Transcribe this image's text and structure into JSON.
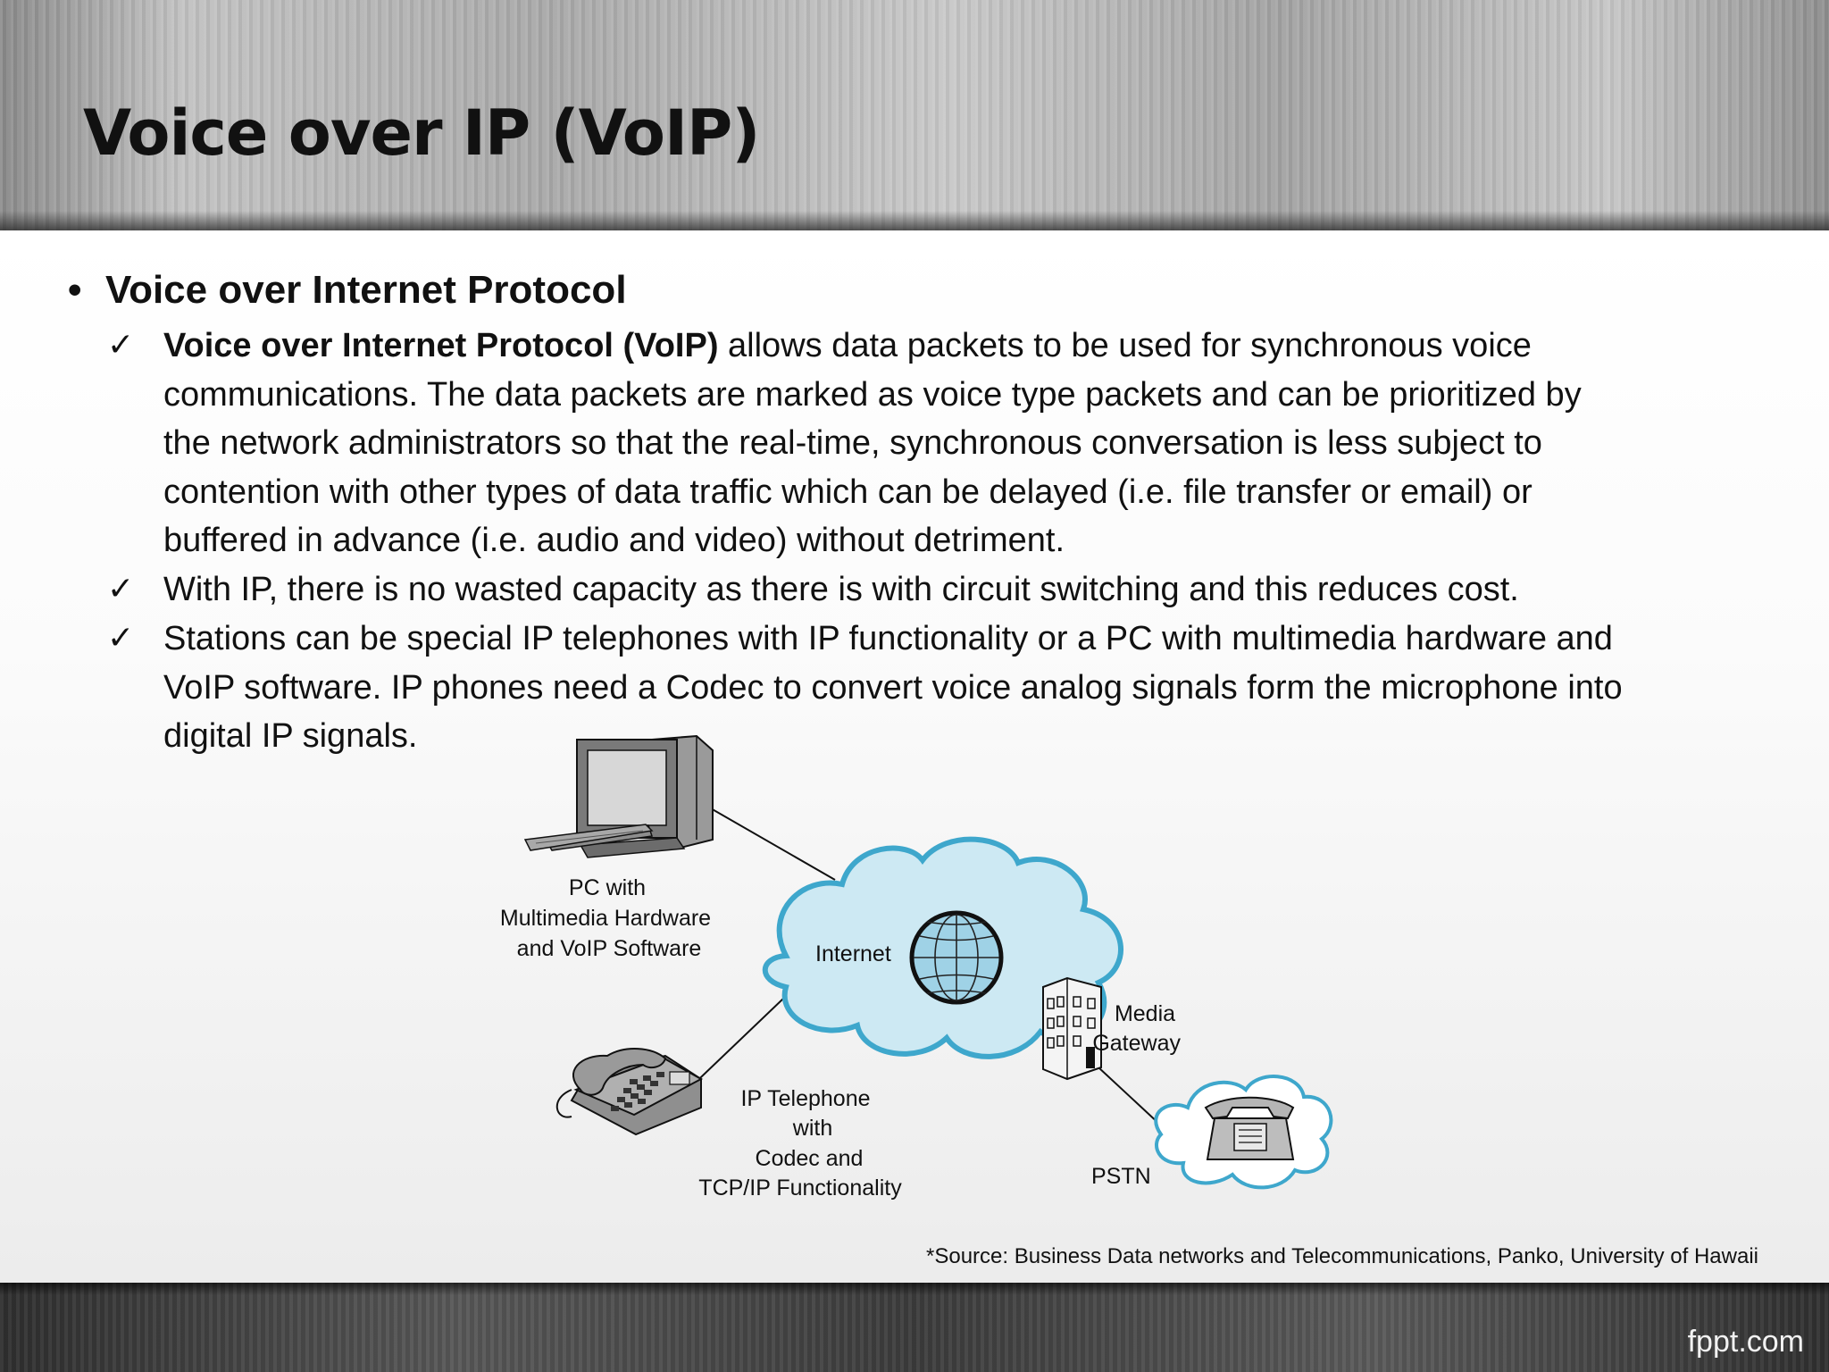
{
  "slide": {
    "title": "Voice over IP (VoIP)",
    "bullet_heading": "Voice over Internet Protocol",
    "items": [
      {
        "lead_bold": "Voice over Internet Protocol (VoIP)",
        "first_line_rest": " allows data packets to be used for synchronous voice",
        "lines": [
          "communications. The data packets are marked as voice type packets and can be prioritized by",
          "the network administrators so that the real-time, synchronous conversation is less subject to",
          "contention with other types of data traffic which can be delayed (i.e. file transfer or email) or",
          "buffered in advance (i.e. audio and video) without detriment."
        ]
      },
      {
        "lines": [
          "With IP, there is no wasted capacity as there is with circuit switching and this reduces cost."
        ]
      },
      {
        "lines": [
          "Stations can be special IP telephones with IP functionality or a PC with multimedia hardware and",
          "VoIP software. IP phones need a Codec to convert voice analog signals form the microphone into",
          "digital IP signals."
        ]
      }
    ],
    "source": "*Source:  Business Data networks and Telecommunications, Panko, University of Hawaii",
    "brand": "fppt.com"
  },
  "diagram": {
    "pc_label": [
      "PC with",
      "Multimedia Hardware",
      "and VoIP Software"
    ],
    "internet_label": "Internet",
    "gateway_label": [
      "Media",
      "Gateway"
    ],
    "phone_label": [
      "IP Telephone",
      "with",
      "Codec and",
      "TCP/IP Functionality"
    ],
    "pstn_label": "PSTN"
  },
  "colors": {
    "cloud_fill": "#cde9f3",
    "cloud_stroke": "#3ea7cc",
    "title_text": "#111111"
  }
}
